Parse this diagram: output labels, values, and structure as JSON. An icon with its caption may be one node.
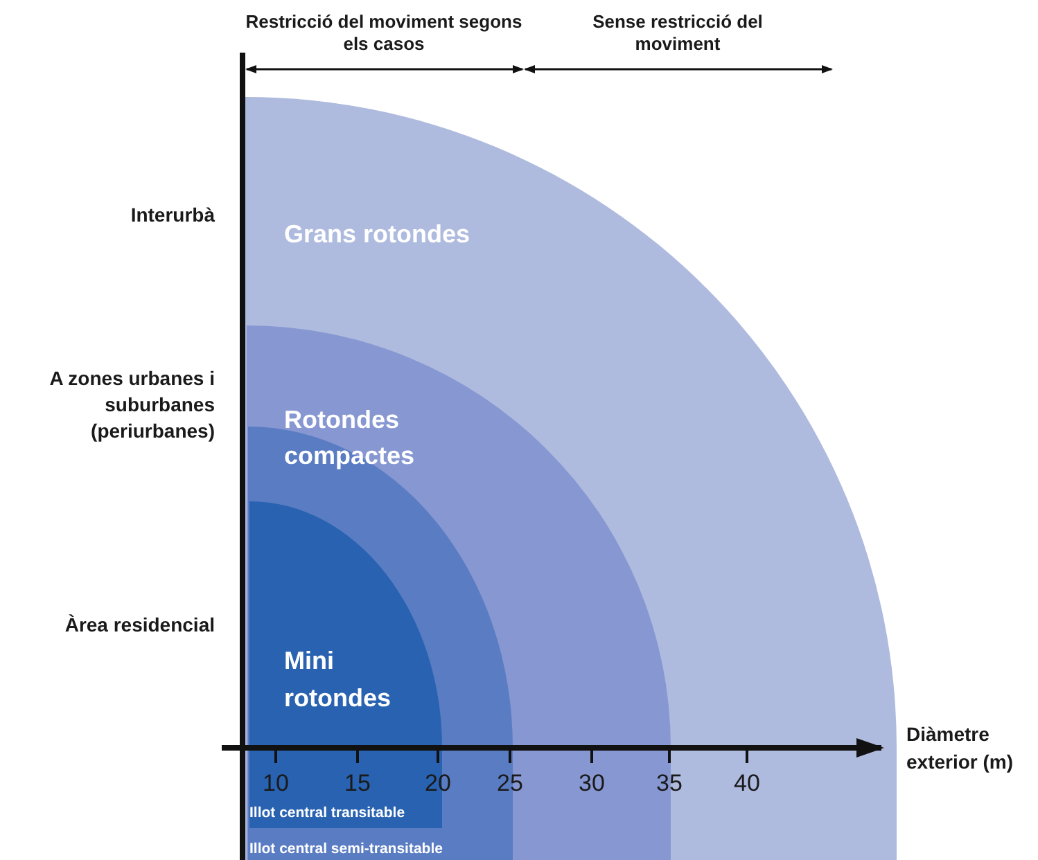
{
  "diagram": {
    "nodes": [
      {
        "text": [
          "Grans rotondes"
        ]
      },
      {
        "text": [
          "Rotondes compactes"
        ],
        "in": 0
      },
      {
        "text": [
          "Illot central semi-transitable"
        ],
        "in": 1
      },
      {
        "text": [
          "Mini rotondes",
          "Illot central transitable"
        ],
        "in": 2
      }
    ],
    "labels": [
      "Restricció del moviment segons els casos",
      "Sense restricció del moviment",
      "Interurbà",
      "A zones urbanes i suburbanes (periurbanes)",
      "Àrea residencial",
      "10",
      "15",
      "20",
      "25",
      "30",
      "35",
      "40",
      "Diàmetre exterior (m)"
    ]
  }
}
